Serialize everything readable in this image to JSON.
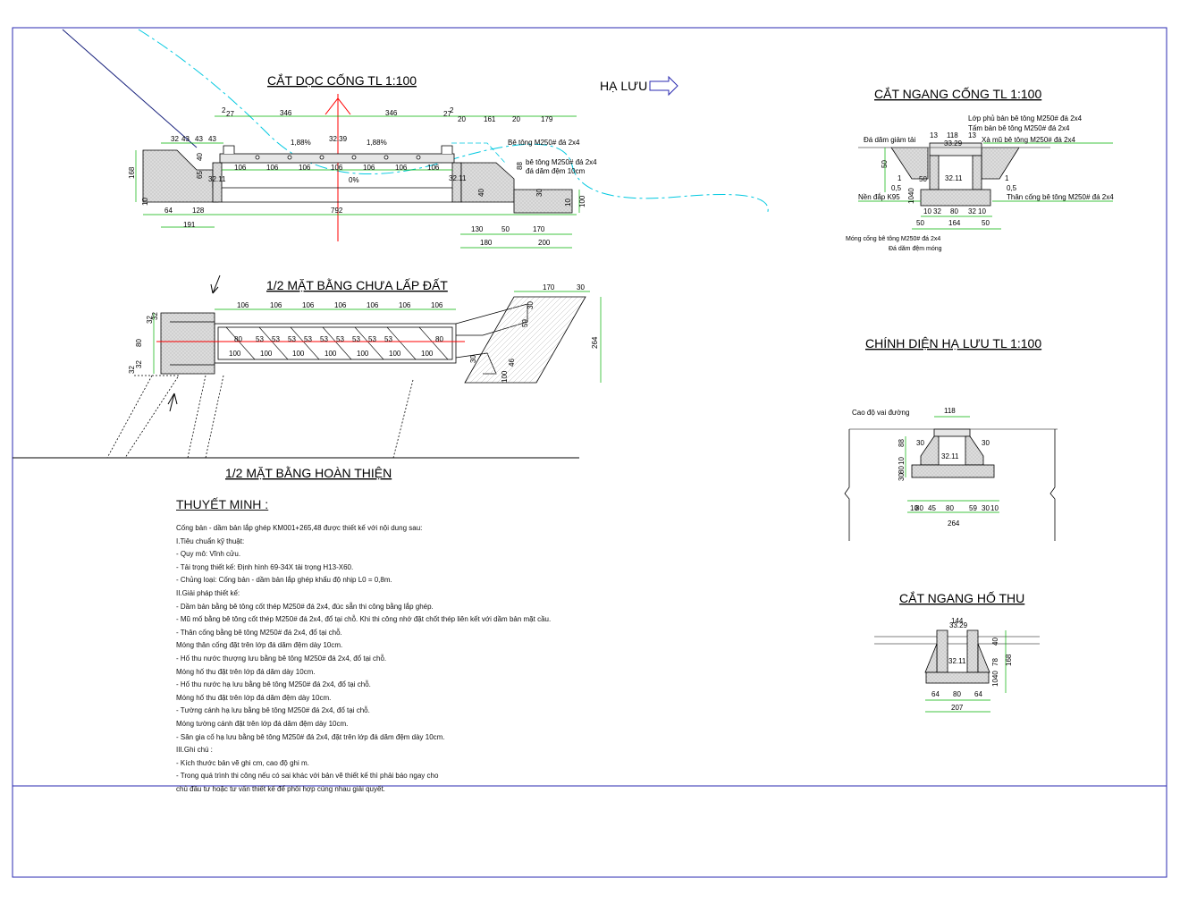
{
  "titles": {
    "long_section": "CẮT DỌC CỐNG TL 1:100",
    "flow": "HẠ LƯU",
    "cross_section": "CẮT NGANG CỐNG TL 1:100",
    "half_plan_unfilled": "1/2 MẶT BẰNG CHƯA LẤP ĐẤT",
    "half_plan_finished": "1/2 MẶT BẰNG HOÀN THIỆN",
    "downstream_elevation": "CHÍNH DIỆN HẠ LƯU TL 1:100",
    "sump_section": "CẮT NGANG HỐ THU"
  },
  "long_section": {
    "top_dims": [
      "2",
      "27",
      "346",
      "346",
      "27",
      "2",
      "20",
      "161",
      "20",
      "179"
    ],
    "left_dims": [
      "32",
      "43",
      "43",
      "43"
    ],
    "slope_left": "1,88%",
    "slope_right": "1,88%",
    "crest_elev": "32.39",
    "inlet_elev": "32.11",
    "outlet_elev": "32.11",
    "bottom_slope": "0%",
    "span_dims": [
      "106",
      "106",
      "106",
      "106",
      "106",
      "106",
      "106"
    ],
    "vertical_dims": [
      "168",
      "65",
      "40",
      "10",
      "40",
      "88",
      "30",
      "10",
      "100"
    ],
    "bottom_dims": [
      "64",
      "128",
      "792",
      "191",
      "130",
      "50",
      "170",
      "180",
      "200"
    ],
    "label_apron": "Bê tông M250# đá 2x4",
    "label_wing_1": "bê tông M250# đá 2x4",
    "label_wing_2": "đá dăm đệm 10cm"
  },
  "cross_section": {
    "labels": [
      "Lớp phủ bản bê tông M250# đá 2x4",
      "Tấm bản bê tông M250# đá 2x4",
      "Xà mũ bê tông M250# đá 2x4",
      "Đá dăm giảm tải",
      "Nền đắp K95",
      "Thân cống bê tông M250# đá 2x4",
      "Móng cống bê tông M250# đá 2x4",
      "Đá dăm đệm móng"
    ],
    "dims": [
      "13",
      "118",
      "13",
      "33.29",
      "50",
      "50",
      "32.11",
      "1",
      "1",
      "0,5",
      "0,5",
      "1040",
      "10",
      "32",
      "80",
      "32",
      "10",
      "164",
      "50",
      "50"
    ]
  },
  "half_plan": {
    "top_dims": [
      "106",
      "106",
      "106",
      "106",
      "106",
      "106",
      "106"
    ],
    "cell_dims": [
      "80",
      "53",
      "53",
      "53",
      "53",
      "53",
      "53",
      "53",
      "53",
      "53",
      "80"
    ],
    "diag_dims": [
      "100",
      "100",
      "100",
      "100",
      "100",
      "100",
      "100"
    ],
    "left_dims": [
      "32",
      "32",
      "80",
      "32",
      "32"
    ],
    "right_dims": [
      "170",
      "30",
      "30",
      "59",
      "264",
      "46",
      "30",
      "100"
    ]
  },
  "downstream": {
    "road_label": "Cao độ vai đường",
    "elev": "32.11",
    "dims": [
      "118",
      "30",
      "30",
      "88",
      "10",
      "80",
      "30",
      "10",
      "80",
      "45",
      "80",
      "59",
      "30",
      "10",
      "264"
    ]
  },
  "sump": {
    "elev_top": "33.29",
    "elev_bottom": "32.11",
    "dims": [
      "144",
      "40",
      "78",
      "168",
      "1040",
      "64",
      "80",
      "64",
      "207"
    ]
  },
  "notes": {
    "heading": "THUYẾT MINH :",
    "lines": [
      "Cống bản - dầm bản lắp ghép KM001+265,48 được thiết kế với nội dung sau:",
      "I.Tiêu chuẩn kỹ thuật:",
      "- Quy mô: Vĩnh cửu.",
      "- Tải trọng thiết kế: Định hình 69-34X tải trọng H13-X60.",
      "- Chủng loại: Cống bản - dầm bản lắp ghép khẩu độ nhịp L0 = 0,8m.",
      "II.Giải pháp thiết kế:",
      "- Dầm bản bằng bê tông cốt thép M250# đá 2x4, đúc sẵn thi công bằng lắp ghép.",
      "- Mũ mố bằng bê tông cốt thép M250# đá 2x4, đổ tại chỗ. Khi thi công nhớ đặt chốt thép liên kết với dầm bản mặt cầu.",
      "- Thân cống bằng bê tông M250# đá 2x4, đổ tại chỗ.",
      " Móng thân cống đặt trên lớp đá dăm đệm dày 10cm.",
      "- Hố thu nước thượng lưu bằng bê tông M250# đá 2x4, đổ tại chỗ.",
      " Móng hố thu đặt trên lớp đá dăm dày 10cm.",
      "- Hố thu nước hạ lưu bằng bê tông M250# đá 2x4, đổ tại chỗ.",
      " Móng hố thu đặt trên lớp đá dăm đệm dày 10cm.",
      "- Tường cánh hạ lưu bằng bê tông M250# đá 2x4, đổ tại chỗ.",
      " Móng tường cánh đặt trên lớp đá dăm đệm dày 10cm.",
      "- Sân gia cố hạ lưu bằng bê tông M250# đá 2x4, đặt trên lớp đá dăm đệm dày 10cm.",
      "III.Ghi chú :",
      "- Kích thước bản vẽ ghi cm, cao độ ghi m.",
      "- Trong quá trình thi công nếu có sai khác với bản vẽ thiết kế thì phải báo ngay cho",
      "chủ đầu tư hoặc tư vấn thiết kế để phối hợp cùng nhau giải quyết."
    ]
  },
  "colors": {
    "frame": "#2a2ab0",
    "dimension": "#00b000",
    "section_line": "#ff0000",
    "terrain": "#00c8e0",
    "structure": "#000000",
    "fill": "#d8d8d8"
  }
}
